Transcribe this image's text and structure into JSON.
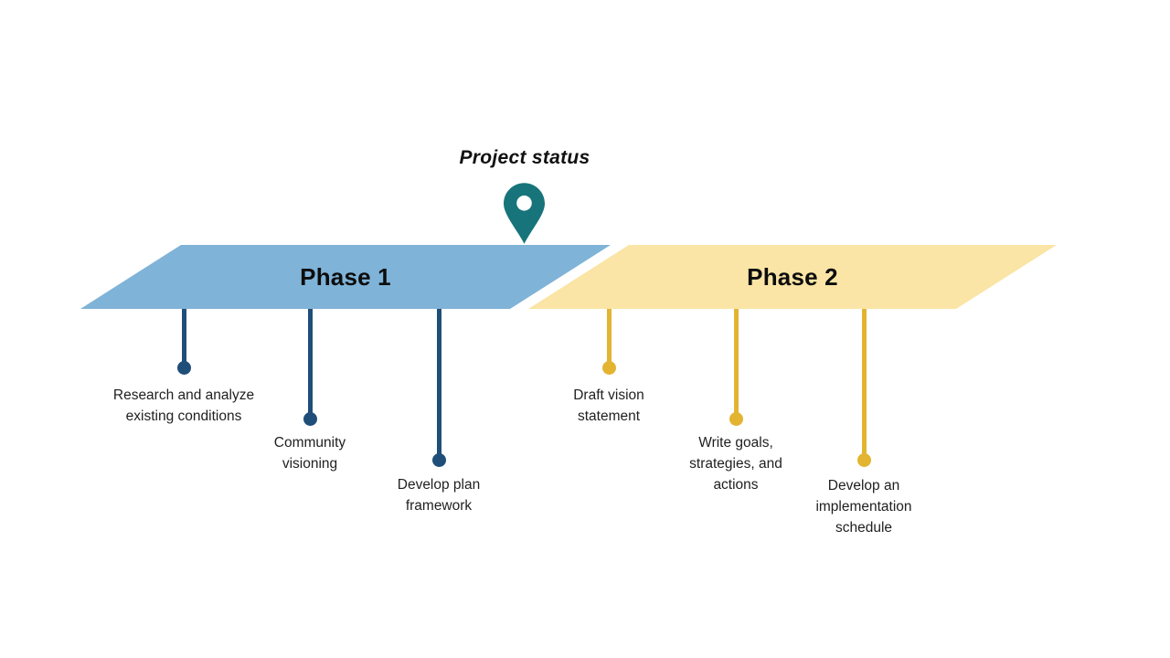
{
  "title": "Project status",
  "colors": {
    "phase1_fill": "#7FB3D8",
    "phase2_fill": "#FAE5A6",
    "phase1_stem": "#1F4E79",
    "phase2_stem": "#E2B431",
    "pin": "#17747B",
    "label_text": "#1F1F1F"
  },
  "phases": [
    {
      "label": "Phase 1",
      "milestones": [
        "Research and analyze\nexisting conditions",
        "Community\nvisioning",
        "Develop plan\nframework"
      ]
    },
    {
      "label": "Phase 2",
      "milestones": [
        "Draft vision\nstatement",
        "Write goals,\nstrategies, and\nactions",
        "Develop an\nimplementation\nschedule"
      ]
    }
  ]
}
